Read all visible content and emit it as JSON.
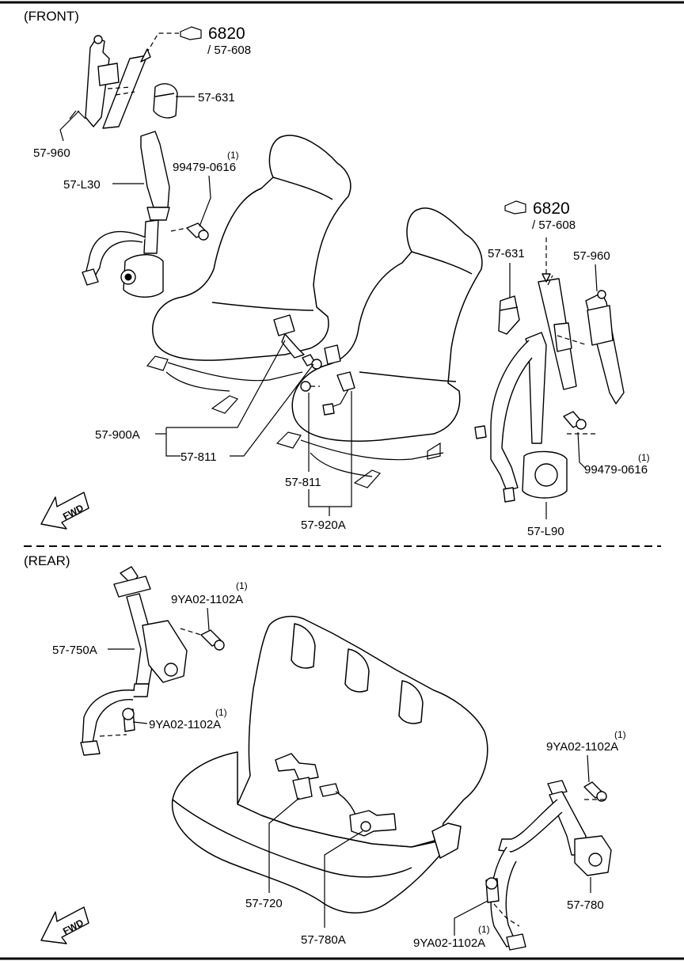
{
  "sections": {
    "front": "(FRONT)",
    "rear": "(REAR)"
  },
  "fwd_label": "FWD",
  "refs": {
    "left_main": "6820",
    "left_sub": "/ 57-608",
    "right_main": "6820",
    "right_sub": "/ 57-608"
  },
  "qty": "(1)",
  "labels": {
    "f_57_960_left": "57-960",
    "f_57_631_left": "57-631",
    "f_99479_left": "99479-0616",
    "f_57_l30": "57-L30",
    "f_57_631_right": "57-631",
    "f_57_960_right": "57-960",
    "f_99479_right": "99479-0616",
    "f_57_900a": "57-900A",
    "f_57_811_a": "57-811",
    "f_57_811_b": "57-811",
    "f_57_920a": "57-920A",
    "f_57_l90": "57-L90",
    "r_9ya02_a": "9YA02-1102A",
    "r_57_750a": "57-750A",
    "r_9ya02_b": "9YA02-1102A",
    "r_9ya02_c": "9YA02-1102A",
    "r_57_720": "57-720",
    "r_57_780a": "57-780A",
    "r_9ya02_d": "9YA02-1102A",
    "r_57_780": "57-780"
  }
}
